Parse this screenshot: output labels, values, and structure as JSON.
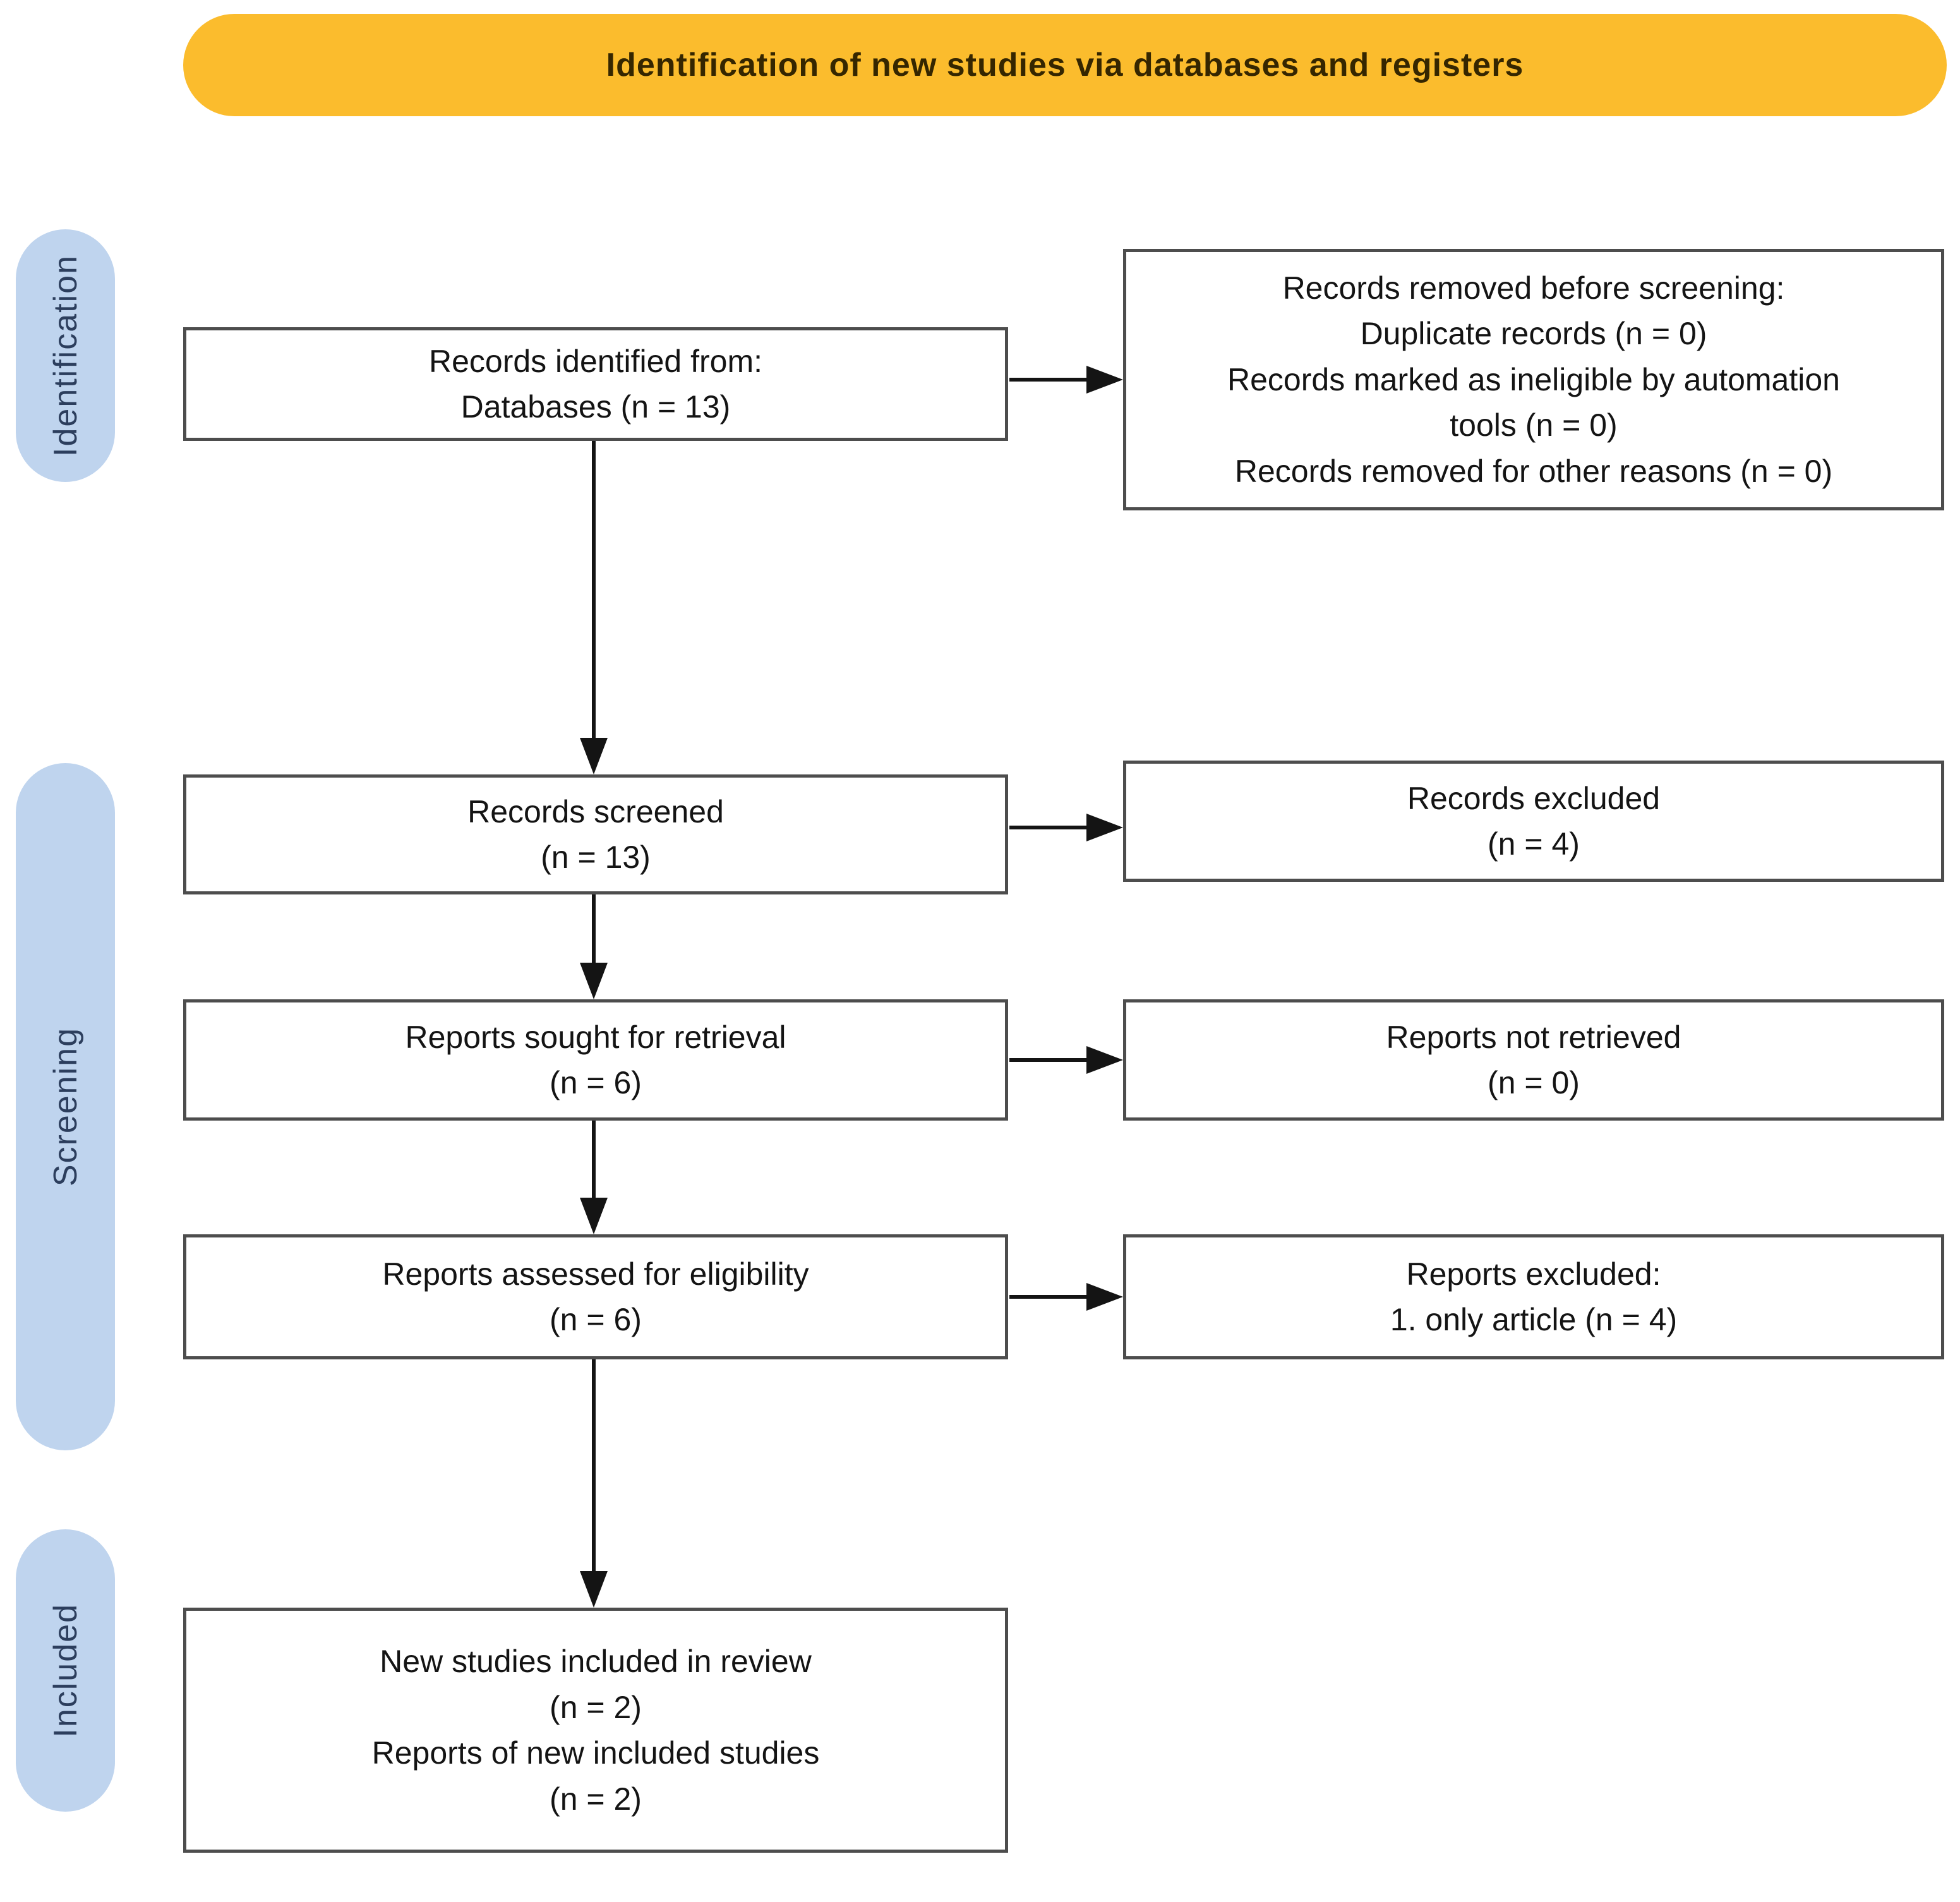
{
  "banner": {
    "label": "Identification of new studies via databases and registers"
  },
  "stages": {
    "identification": "Identification",
    "screening": "Screening",
    "included": "Included"
  },
  "boxes": {
    "records_identified": {
      "lines": [
        "Records identified from:",
        "Databases (n = 13)"
      ]
    },
    "records_removed": {
      "lines": [
        "Records removed before screening:",
        "Duplicate records (n = 0)",
        "Records marked as ineligible by automation",
        "tools (n = 0)",
        "Records removed for other reasons (n = 0)"
      ]
    },
    "records_screened": {
      "lines": [
        "Records screened",
        "(n = 13)"
      ]
    },
    "records_excluded": {
      "lines": [
        "Records excluded",
        "(n = 4)"
      ]
    },
    "reports_sought": {
      "lines": [
        "Reports sought for retrieval",
        "(n = 6)"
      ]
    },
    "reports_not_retrieved": {
      "lines": [
        "Reports not retrieved",
        "(n = 0)"
      ]
    },
    "reports_assessed": {
      "lines": [
        "Reports assessed for eligibility",
        "(n = 6)"
      ]
    },
    "reports_excluded": {
      "lines": [
        "Reports excluded:",
        "1. only article (n = 4)"
      ]
    },
    "new_studies_included": {
      "lines": [
        "New studies included in review",
        "(n = 2)",
        "Reports of new included studies",
        "(n = 2)"
      ]
    }
  },
  "colors": {
    "banner-bg": "#FBBC2D",
    "banner-text": "#352600",
    "pill-bg": "#BFD4EE",
    "pill-text": "#2C3E5D",
    "box-border": "#4D4D4D",
    "box-text": "#141414",
    "arrow": "#141414"
  }
}
